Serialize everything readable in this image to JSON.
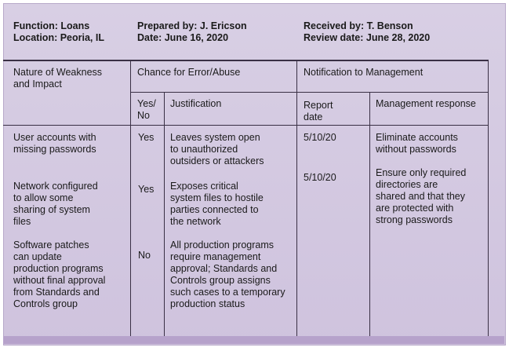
{
  "header": {
    "function": "Function: Loans",
    "location": "Location: Peoria, IL",
    "prepared_by": "Prepared by: J. Ericson",
    "date": "Date: June 16, 2020",
    "received_by": "Received by: T. Benson",
    "review_date": "Review date: June 28, 2020"
  },
  "columns": {
    "weakness": "Nature of Weakness\nand Impact",
    "chance": "Chance for Error/Abuse",
    "notification": "Notification to Management",
    "yes_no": "Yes/\nNo",
    "justification": "Justification",
    "report_date": "Report\ndate",
    "management_response": "Management response"
  },
  "rows": [
    {
      "weakness": "User accounts with\nmissing passwords",
      "yes_no": "Yes",
      "justification": "Leaves system open\nto unauthorized\noutsiders or attackers",
      "report_date": "5/10/20",
      "response": "Eliminate accounts\nwithout passwords"
    },
    {
      "weakness": "Network configured\nto allow some\nsharing of system\nfiles",
      "yes_no": "Yes",
      "justification": "Exposes critical\nsystem files to hostile\nparties connected to\nthe network",
      "report_date": "5/10/20",
      "response": "Ensure only required\ndirectories are\nshared and that they\nare protected with\nstrong passwords"
    },
    {
      "weakness": "Software patches\ncan update\nproduction programs\nwithout final approval\nfrom Standards and\nControls group",
      "yes_no": "No",
      "justification": "All production programs\nrequire management\napproval; Standards and\nControls group assigns\nsuch cases to a temporary\nproduction status",
      "report_date": "",
      "response": ""
    }
  ]
}
